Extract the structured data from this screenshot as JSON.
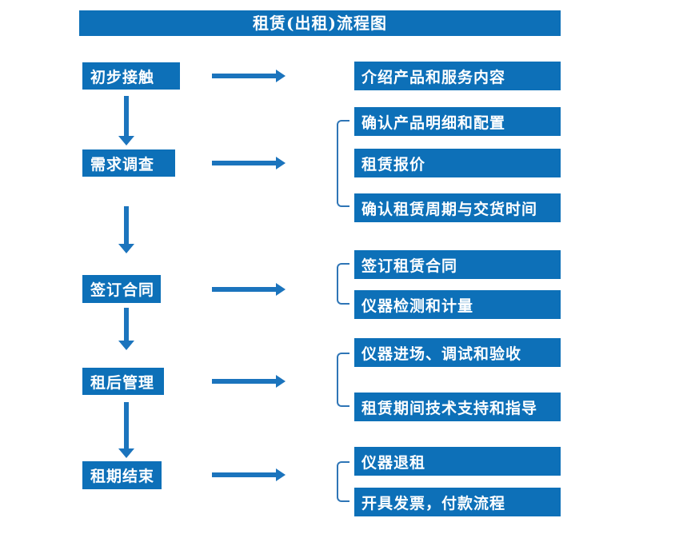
{
  "title": "租赁(出租)流程图",
  "colors": {
    "box_blue": "#0d70b8",
    "arrow_blue": "#1b74bd",
    "bracket_blue": "#2e75b6",
    "text_white": "#ffffff",
    "bg": "#ffffff"
  },
  "stages": [
    {
      "label": "初步接触",
      "outputs": [
        "介绍产品和服务内容"
      ]
    },
    {
      "label": "需求调查",
      "outputs": [
        "确认产品明细和配置",
        "租赁报价",
        "确认租赁周期与交货时间"
      ]
    },
    {
      "label": "签订合同",
      "outputs": [
        "签订租赁合同",
        "仪器检测和计量"
      ]
    },
    {
      "label": "租后管理",
      "outputs": [
        "仪器进场、调试和验收",
        "租赁期间技术支持和指导"
      ]
    },
    {
      "label": "租期结束",
      "outputs": [
        "仪器退租",
        "开具发票，付款流程"
      ]
    }
  ]
}
